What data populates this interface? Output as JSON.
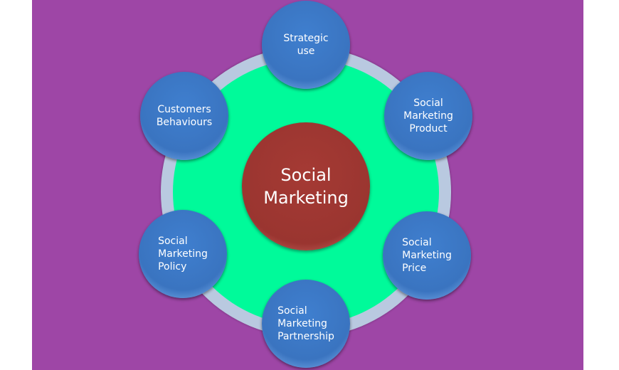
{
  "center": {
    "label": "Social\nMarketing"
  },
  "nodes": [
    {
      "label": "Strategic\nuse"
    },
    {
      "label": "Social\nMarketing\nProduct"
    },
    {
      "label": "Social\nMarketing\nPrice"
    },
    {
      "label": "Social\nMarketing\nPartnership"
    },
    {
      "label": "Social\nMarketing\nPolicy"
    },
    {
      "label": "Customers\nBehaviours"
    }
  ],
  "colors": {
    "background": "#9e46a6",
    "ring": "#b9c9e0",
    "inner": "#00fa9a",
    "center": "#a53a34",
    "node": "#3a74c0"
  }
}
